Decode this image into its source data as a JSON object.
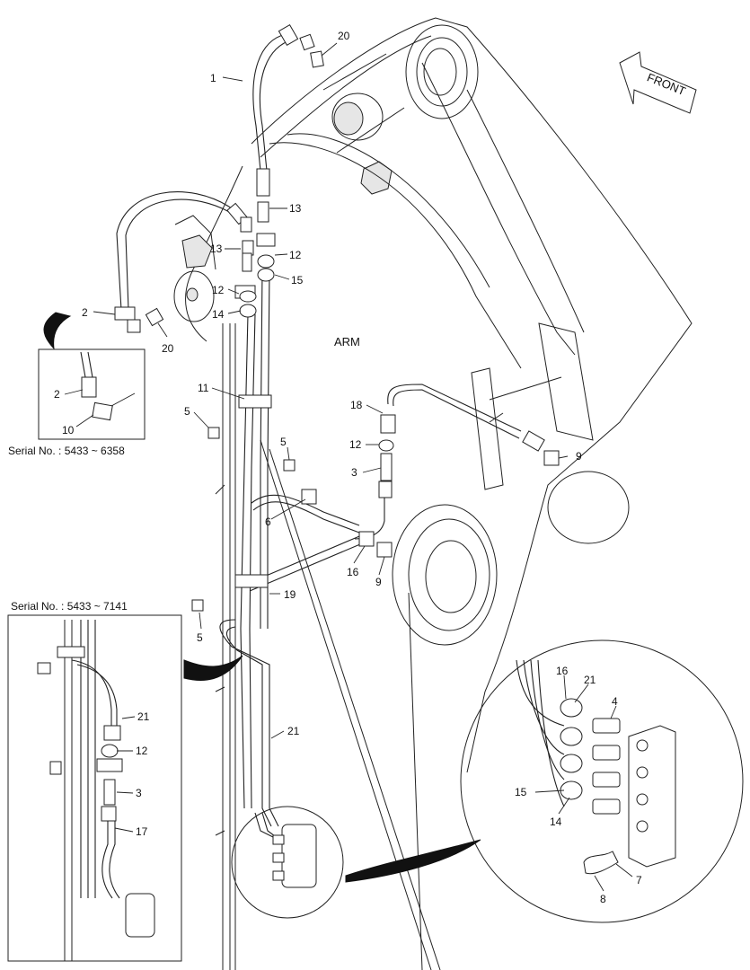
{
  "center_label": "ARM",
  "front_label": "FRONT",
  "insets": {
    "small": {
      "serial": "Serial No. : 5433 ~ 6358"
    },
    "large": {
      "serial": "Serial No. : 5433 ~ 7141"
    }
  },
  "callouts": {
    "c1": "1",
    "c20a": "20",
    "c13a": "13",
    "c13b": "13",
    "c12a": "12",
    "c15a": "15",
    "c12b": "12",
    "c14a": "14",
    "c2a": "2",
    "c20b": "20",
    "c11": "11",
    "c5a": "5",
    "c5b": "5",
    "c18": "18",
    "c12c": "12",
    "c3a": "3",
    "c6": "6",
    "c16a": "16",
    "c9a": "9",
    "c9b": "9",
    "c19": "19",
    "c5c": "5",
    "c21a": "21",
    "ins_s2": "2",
    "ins_s10": "10",
    "ins_l21": "21",
    "ins_l12": "12",
    "ins_l3": "3",
    "ins_l17": "17",
    "det16": "16",
    "det21": "21",
    "det4": "4",
    "det15": "15",
    "det14": "14",
    "det7": "7",
    "det8": "8"
  }
}
